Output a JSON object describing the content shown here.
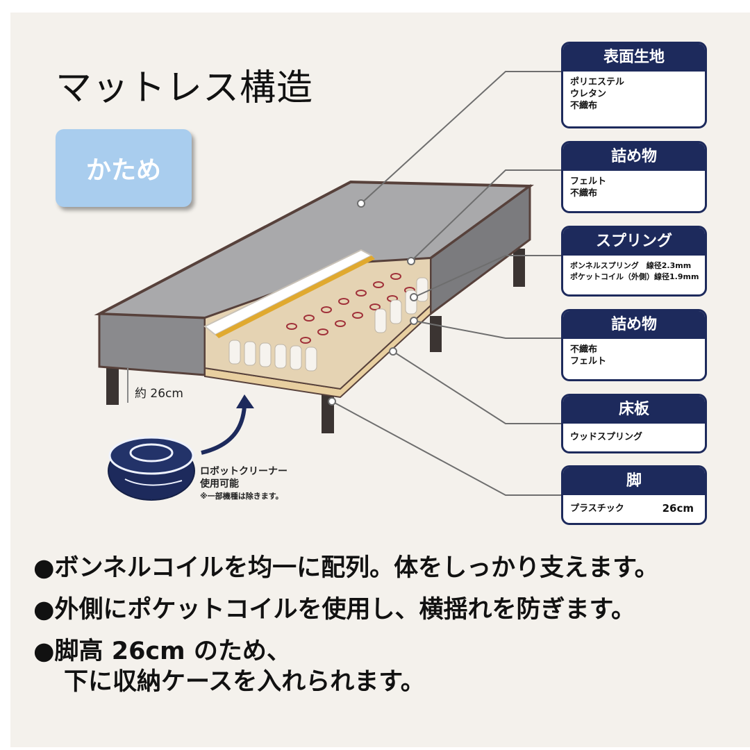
{
  "title": "マットレス構造",
  "firmness": "かため",
  "height_label": "約 26cm",
  "robot": {
    "line1": "ロボットクリーナー",
    "line2": "使用可能",
    "note": "※一部機種は除きます。"
  },
  "parts": [
    {
      "header": "表面生地",
      "lines": [
        "ポリエステル",
        "ウレタン",
        "不織布"
      ]
    },
    {
      "header": "詰め物",
      "lines": [
        "フェルト",
        "不織布"
      ]
    },
    {
      "header": "スプリング",
      "lines": [
        "ボンネルスプリング　線径2.3mm",
        "ポケットコイル（外側）線径1.9mm"
      ]
    },
    {
      "header": "詰め物",
      "lines": [
        "不織布",
        "フェルト"
      ]
    },
    {
      "header": "床板",
      "lines": [
        "ウッドスプリング"
      ]
    },
    {
      "header": "脚",
      "left": "プラスチック",
      "right": "26cm"
    }
  ],
  "features": [
    {
      "text": "●ボンネルコイルを均一に配列。体をしっかり支えます。"
    },
    {
      "text": "●外側にポケットコイルを使用し、横揺れを防ぎます。"
    },
    {
      "text": "●脚高 26cm のため、",
      "sub": "下に収納ケースを入れられます。"
    }
  ],
  "colors": {
    "navy": "#1d2a5c",
    "firm_badge": "#a9cdee",
    "background": "#f4f1ec"
  }
}
